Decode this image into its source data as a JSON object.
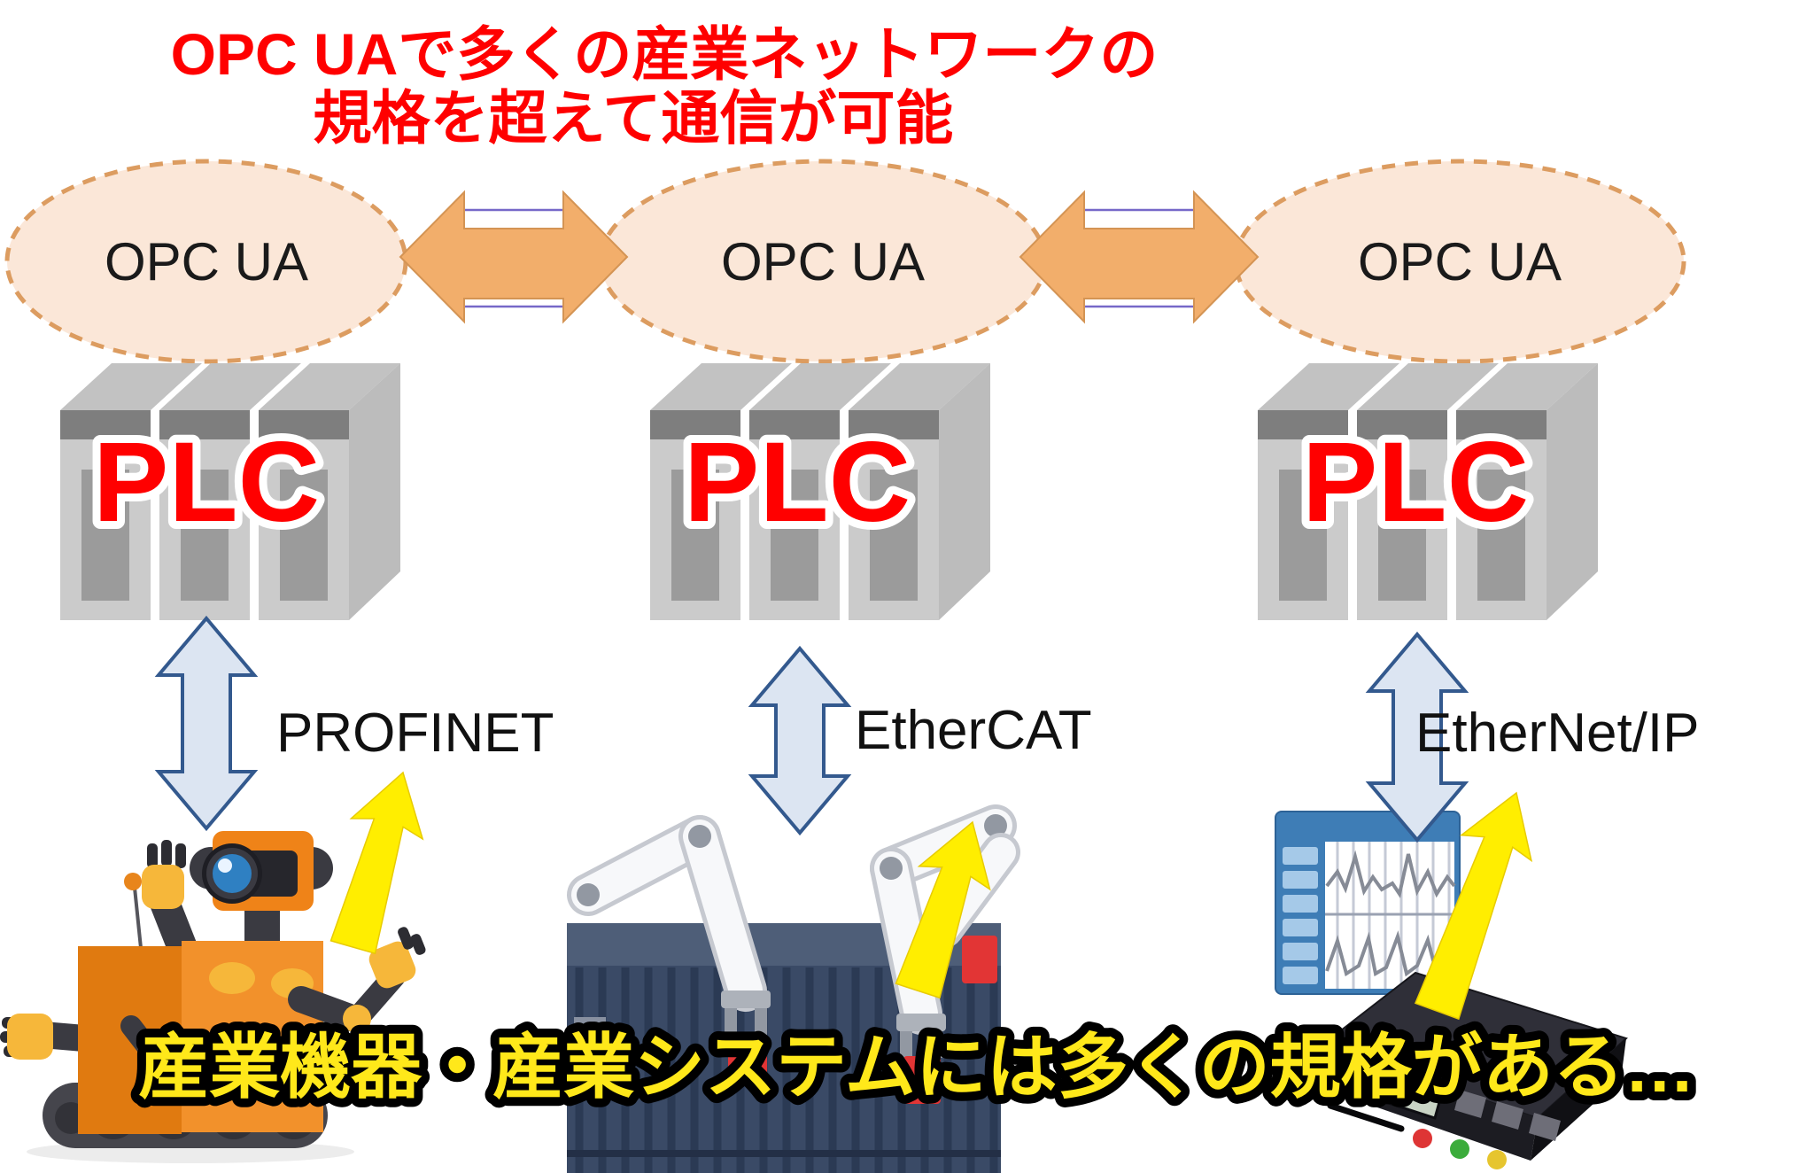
{
  "diagram": {
    "title": {
      "line1": "OPC UAで多くの産業ネットワークの",
      "line2": "規格を超えて通信が可能"
    },
    "caption": "産業機器・産業システムには多くの規格がある…",
    "opc_nodes": [
      {
        "label": "OPC UA"
      },
      {
        "label": "OPC UA"
      },
      {
        "label": "OPC UA"
      }
    ],
    "plc_nodes": [
      {
        "label": "PLC"
      },
      {
        "label": "PLC"
      },
      {
        "label": "PLC"
      }
    ],
    "networks": [
      {
        "label": "PROFINET"
      },
      {
        "label": "EtherCAT"
      },
      {
        "label": "EtherNet/IP"
      }
    ],
    "illustrations": [
      {
        "name": "industrial-robot"
      },
      {
        "name": "factory-robot-arms-conveyor"
      },
      {
        "name": "trend-recorder-chart"
      },
      {
        "name": "data-logger-device"
      }
    ]
  },
  "theme": {
    "title_color": "#FF0000",
    "title_outline": "#FFFFFF",
    "caption_color": "#FFE81A",
    "caption_outline": "#000000",
    "ellipse_fill": "#FBE7D8",
    "ellipse_border": "#DC9C60",
    "h_arrow_fill": "#F2AE6B",
    "v_arrow_fill": "#DCE5F2",
    "v_arrow_border": "#33598E",
    "plc_text_color": "#FF0000",
    "plc_front": "#CBCBCB",
    "network_label_color": "#111111",
    "yellow_arrow_fill": "#FFEE00",
    "opc_label_color": "#1A1A1A"
  }
}
